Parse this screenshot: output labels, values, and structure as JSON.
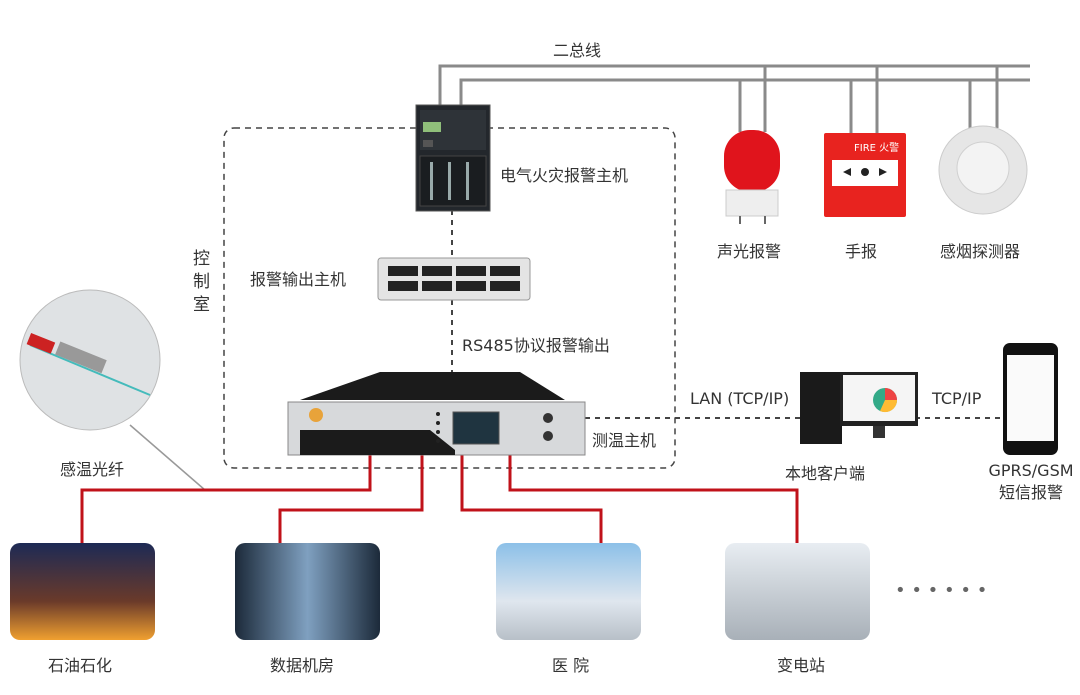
{
  "bus_label": "二总线",
  "control_room_label": [
    "控",
    "制",
    "室"
  ],
  "fire_panel_label": "电气火灾报警主机",
  "alarm_output_label": "报警输出主机",
  "rs485_label": "RS485协议报警输出",
  "temp_host_label": "测温主机",
  "fiber_label": "感温光纤",
  "lan_label": "LAN (TCP/IP)",
  "tcpip_label": "TCP/IP",
  "client_label": "本地客户端",
  "gsm_label": [
    "GPRS/GSM",
    "短信报警"
  ],
  "devices": [
    {
      "label": "声光报警"
    },
    {
      "label": "手报",
      "brand_text": "FIRE 火警"
    },
    {
      "label": "感烟探测器"
    }
  ],
  "sites": [
    {
      "label": "石油石化"
    },
    {
      "label": "数据机房"
    },
    {
      "label": "医 院"
    },
    {
      "label": "变电站"
    }
  ],
  "ellipsis": "• • •   • • •",
  "colors": {
    "red_line": "#c0121a",
    "bus_line": "#888888",
    "dashed": "#444444"
  }
}
